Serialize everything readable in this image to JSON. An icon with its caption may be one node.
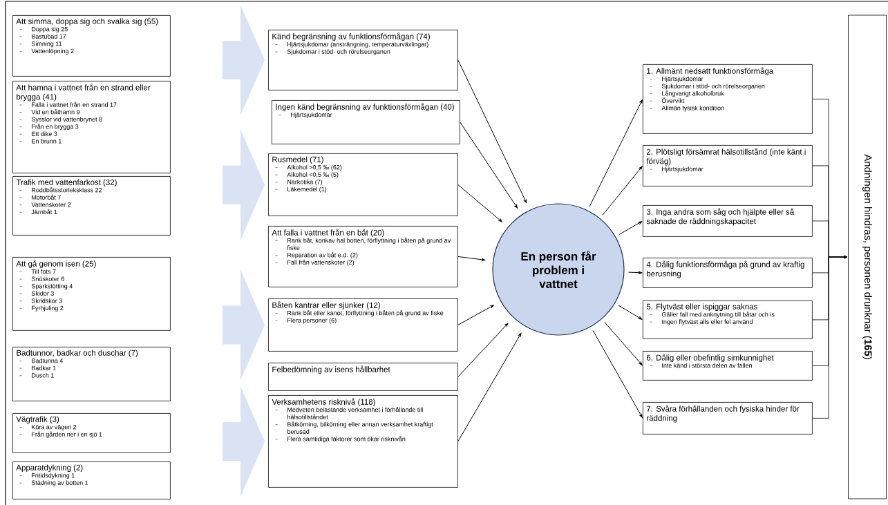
{
  "diagram": {
    "nodes": [
      {
        "text": [
          "Att simma, doppa sig och svalka sig (55)",
          "Doppa sig 25",
          "Bastubad 17",
          "Simning 11",
          "Vattenlöpning 2"
        ]
      },
      {
        "text": [
          "Att hamna i vattnet från en strand eller brygga (41)",
          "Falla i vattnet från en strand 17",
          "Vid en båthamn 9",
          "Sysslor vid vattenbrynet 8",
          "Från en brygga 3",
          "Ett dike 3",
          "En brunn 1"
        ]
      },
      {
        "text": [
          "Trafik med vattenfarkost (32)",
          "Roddbåtsstorleksklass 22",
          "Motorbåt 7",
          "Vattenskoter 2",
          "Järnbåt 1"
        ]
      },
      {
        "text": [
          "Att gå genom isen (25)",
          "Till fots 7",
          "Snöskoter 6",
          "Sparkstötting 4",
          "Skidor 3",
          "Skridskor 3",
          "Fyrhjuling 2"
        ]
      },
      {
        "text": [
          "Badtunnor, badkar och duschar (7)",
          "Badtunna 4",
          "Badkar 1",
          "Dusch 1"
        ]
      },
      {
        "text": [
          "Vägtrafik (3)",
          "Köra av vägen 2",
          "Från gården ner i en sjö 1"
        ]
      },
      {
        "text": [
          "Apparatdykning (2)",
          "Fritidsdykning 1",
          "Städning av botten 1"
        ]
      },
      {
        "text": [
          "Känd begränsning av funktionsförmågan (74)",
          "Hjärtsjukdomar (ansträngning, temperaturväxlingar)",
          "Sjukdomar i stöd- och rörelseorganen"
        ]
      },
      {
        "text": [
          "Ingen känd begränsning av funktionsförmågan (40)",
          "Hjärtsjukdomar"
        ]
      },
      {
        "text": [
          "Rusmedel (71)",
          "Alkohol >0,5 ‰ (62)",
          "Alkohol <0,5 ‰ (5)",
          "Narkotika (7)",
          "Läkemedel (1)"
        ]
      },
      {
        "text": [
          "Att falla i vattnet från en båt (20)",
          "Rank båt, konkav hal botten, förflyttning i båten på grund av fiske",
          "Reparation av båt e.d. (2)",
          "Fall från vattenskoter (2)"
        ]
      },
      {
        "text": [
          "Båten kantrar eller sjunker (12)",
          "Rank båt eller kanot, förflyttning i båten på grund av fiske",
          "Flera personer (6)"
        ]
      },
      {
        "text": [
          "Felbedömning av isens hållbarhet"
        ]
      },
      {
        "text": [
          "Verksamhetens risknivå (118)",
          "Medveten belastande verksamhet i förhållande till hälsotillståndet",
          "Båtkörning, bilkörning eller annan verksamhet kraftigt berusad",
          "Flera samtidiga faktorer som ökar risknivån"
        ]
      },
      {
        "text": [
          "En person får problem i vattnet"
        ]
      },
      {
        "text": [
          "1. Allmänt nedsatt funktionsförmåga",
          "Hjärtsjukdomar",
          "Sjukdomar i stöd- och rörelseorganen",
          "Långvarigt alkoholbruk",
          "Övervikt",
          "Allmän fysisk kondition"
        ]
      },
      {
        "text": [
          "2. Plötsligt försämrat hälsotillstånd (inte känt i förväg)",
          "Hjärtsjukdomar"
        ]
      },
      {
        "text": [
          "3. Inga andra som såg och hjälpte eller så saknade de räddningskapacitet"
        ]
      },
      {
        "text": [
          "4. Dålig funktionsförmåga på grund av kraftig berusning"
        ]
      },
      {
        "text": [
          "5. Flytväst eller ispiggar saknas",
          "Gäller fall med anknytning till båtar och is",
          "Ingen flytväst alls eller fel använd"
        ]
      },
      {
        "text": [
          "6. Dålig eller obefintlig simkunnighet",
          "Inte känd i största delen av fallen"
        ]
      },
      {
        "text": [
          "7. Svåra förhållanden och fysiska hinder för räddning"
        ]
      },
      {
        "text": [
          "Andningen hindras, personen drunknar (**165**)"
        ]
      }
    ],
    "edges": [
      {
        "from": null,
        "to": 7,
        "arrow": "to"
      },
      {
        "from": null,
        "to": 9,
        "arrow": "to"
      },
      {
        "from": null,
        "to": 11,
        "arrow": "to"
      },
      {
        "from": null,
        "to": 13,
        "arrow": "to"
      },
      {
        "from": 7,
        "to": 14,
        "arrow": "to"
      },
      {
        "from": 8,
        "to": 14,
        "arrow": "to"
      },
      {
        "from": 9,
        "to": 14,
        "arrow": "to"
      },
      {
        "from": 10,
        "to": 14,
        "arrow": "to"
      },
      {
        "from": 11,
        "to": 14,
        "arrow": "to"
      },
      {
        "from": 12,
        "to": 14,
        "arrow": "to"
      },
      {
        "from": 13,
        "to": 14,
        "arrow": "to"
      },
      {
        "from": 14,
        "to": 15,
        "arrow": "to"
      },
      {
        "from": 14,
        "to": 16,
        "arrow": "to"
      },
      {
        "from": 14,
        "to": 17,
        "arrow": "to"
      },
      {
        "from": 14,
        "to": 18,
        "arrow": "to"
      },
      {
        "from": 14,
        "to": 19,
        "arrow": "to"
      },
      {
        "from": 14,
        "to": 20,
        "arrow": "to"
      },
      {
        "from": 14,
        "to": 21,
        "arrow": "to"
      },
      {
        "from": 15,
        "to": 22,
        "arrow": "to"
      },
      {
        "from": 16,
        "to": 22,
        "arrow": "to"
      },
      {
        "from": 17,
        "to": 22,
        "arrow": "to"
      },
      {
        "from": 18,
        "to": 22,
        "arrow": "to"
      },
      {
        "from": 19,
        "to": 22,
        "arrow": "to"
      },
      {
        "from": 20,
        "to": 22,
        "arrow": "to"
      },
      {
        "from": 21,
        "to": 22,
        "arrow": "to"
      }
    ]
  }
}
